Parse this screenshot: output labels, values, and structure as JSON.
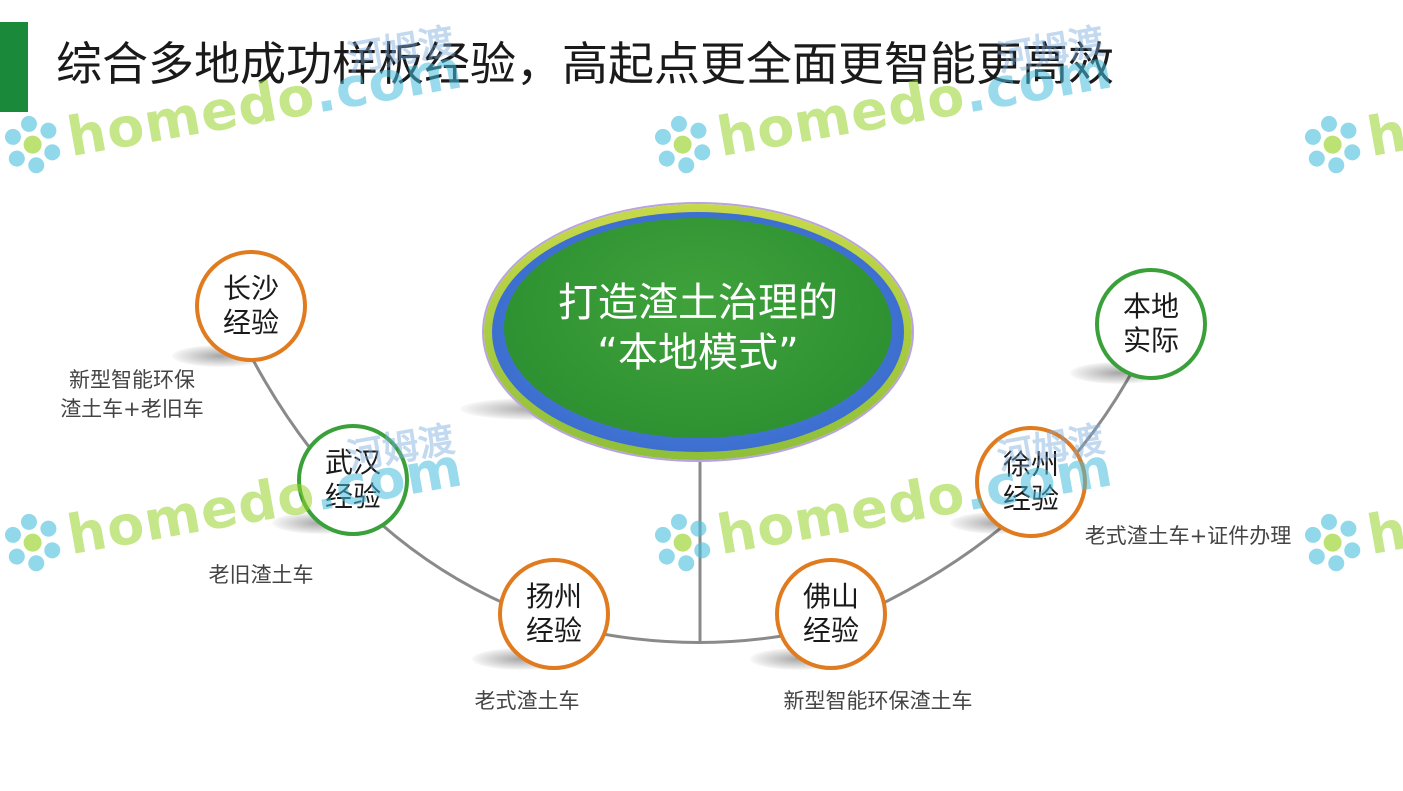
{
  "slide": {
    "title": "综合多地成功样板经验，高起点更全面更智能更高效",
    "hub": {
      "text": "打造渣土治理的\n“本地模式”"
    },
    "nodes": [
      {
        "id": "changsha",
        "label": "长沙\n经验",
        "color": "orange"
      },
      {
        "id": "wuhan",
        "label": "武汉\n经验",
        "color": "green"
      },
      {
        "id": "yangzhou",
        "label": "扬州\n经验",
        "color": "orange"
      },
      {
        "id": "foshan",
        "label": "佛山\n经验",
        "color": "orange"
      },
      {
        "id": "xuzhou",
        "label": "徐州\n经验",
        "color": "orange"
      },
      {
        "id": "local",
        "label": "本地\n实际",
        "color": "green"
      }
    ],
    "captions": [
      {
        "id": "changsha",
        "text": "新型智能环保\n渣土车+老旧车"
      },
      {
        "id": "wuhan",
        "text": "老旧渣土车"
      },
      {
        "id": "yangzhou",
        "text": "老式渣土车"
      },
      {
        "id": "foshan",
        "text": "新型智能环保渣土车"
      },
      {
        "id": "xuzhou",
        "text": "老式渣土车+证件办理"
      }
    ]
  },
  "watermark": {
    "brand": "home",
    "brand_mid": "do",
    "suffix": ".com",
    "cn": "河姆渡"
  },
  "colors": {
    "accent_green": "#1a8a3a",
    "node_orange": "#e07b1f",
    "node_green": "#3aa03a",
    "hub_green": "#2f9232"
  }
}
